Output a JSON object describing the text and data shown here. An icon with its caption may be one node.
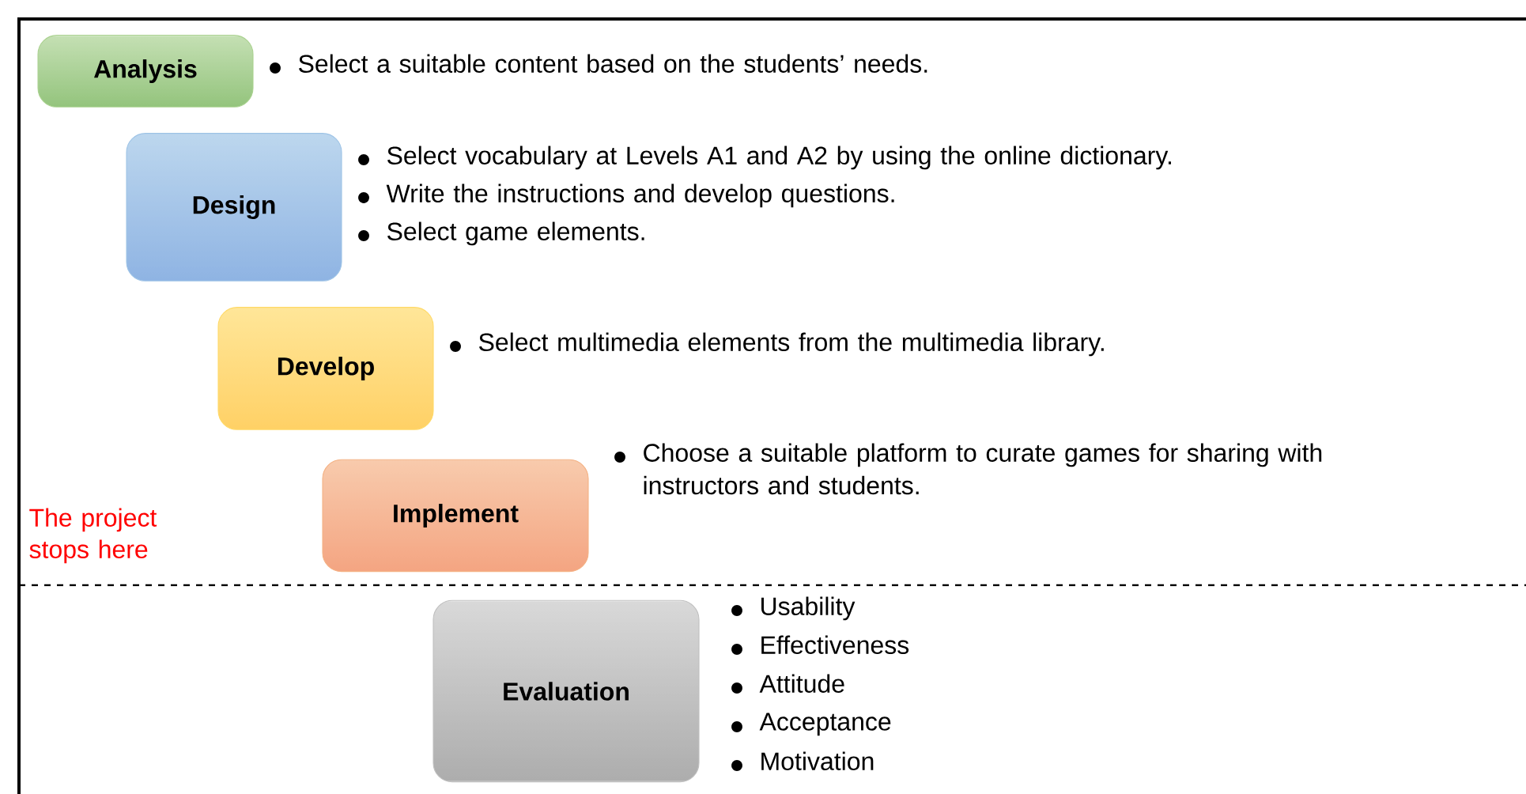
{
  "diagram": {
    "nodes": [
      {
        "text": [
          "Analysis"
        ],
        "beside": [
          "Select a suitable content based on the students’ needs."
        ]
      },
      {
        "text": [
          "Design"
        ],
        "beside": [
          "Select vocabulary at Levels A1 and A2 by using the online dictionary.",
          "Write the instructions and develop questions.",
          "Select game elements."
        ]
      },
      {
        "text": [
          "Develop"
        ],
        "beside": [
          "Select multimedia elements from the multimedia library."
        ]
      },
      {
        "text": [
          "Implement"
        ],
        "beside": [
          "Choose a suitable platform to curate games for sharing with instructors and students."
        ]
      },
      {
        "text": [
          "Evaluation"
        ],
        "beside": [
          "Usability",
          "Effectiveness",
          "Attitude",
          "Acceptance",
          "Motivation"
        ]
      }
    ],
    "labels": [
      "The project stops here"
    ]
  }
}
